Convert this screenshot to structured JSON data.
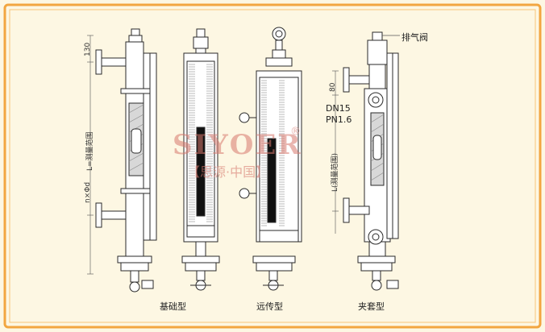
{
  "labels": {
    "vent_valve": "排气阀",
    "dim_130": "130",
    "dim_80": "80",
    "measuring_range_left": "L=测量范围",
    "measuring_range_right": "L(测量范围)",
    "hole_spec": "n×Φd",
    "dn": "DN15",
    "pn": "PN1.6"
  },
  "captions": {
    "basic": "基础型",
    "remote": "远传型",
    "jacketed": "夹套型"
  },
  "watermark": {
    "brand": "SIYOER",
    "registered": "®",
    "chinese": "【思源·中国】"
  },
  "colors": {
    "frame": "#f2a640",
    "background": "#fdf7e3",
    "line": "#2a2a2a",
    "float_column": "#111111"
  }
}
